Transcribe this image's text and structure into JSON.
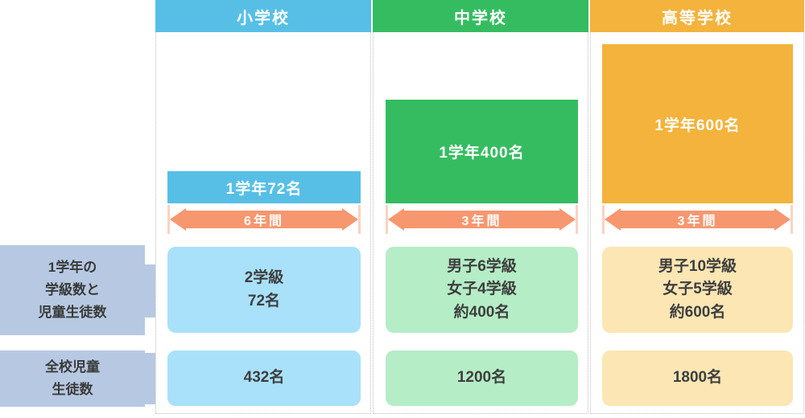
{
  "palette": {
    "elementary_blue": "#57BFE6",
    "junior_high_green": "#35BC61",
    "high_school_orange": "#F3B33C",
    "arrow_salmon": "#F7976F",
    "arrow_end_tick_pink": "#FAD3C2",
    "row_label_bg": "#B7C9E2",
    "cell_light_blue": "#A9E1FA",
    "cell_light_green": "#B5EDC6",
    "cell_light_cream": "#FBE6B4",
    "dotted_border": "#BDBDBD",
    "text_dark": "#3E3E3E"
  },
  "left_labels": [
    {
      "text": "1学年の\n学級数と\n児童生徒数"
    },
    {
      "text": "全校児童\n生徒数"
    }
  ],
  "columns": [
    {
      "header": "小学校",
      "bar_label": "1学年72名",
      "duration": "6年間",
      "per_grade": "2学級\n72名",
      "total": "432名"
    },
    {
      "header": "中学校",
      "bar_label": "1学年400名",
      "duration": "3年間",
      "per_grade": "男子6学級\n女子4学級\n約400名",
      "total": "1200名"
    },
    {
      "header": "高等学校",
      "bar_label": "1学年600名",
      "duration": "3年間",
      "per_grade": "男子10学級\n女子5学級\n約600名",
      "total": "1800名"
    }
  ]
}
